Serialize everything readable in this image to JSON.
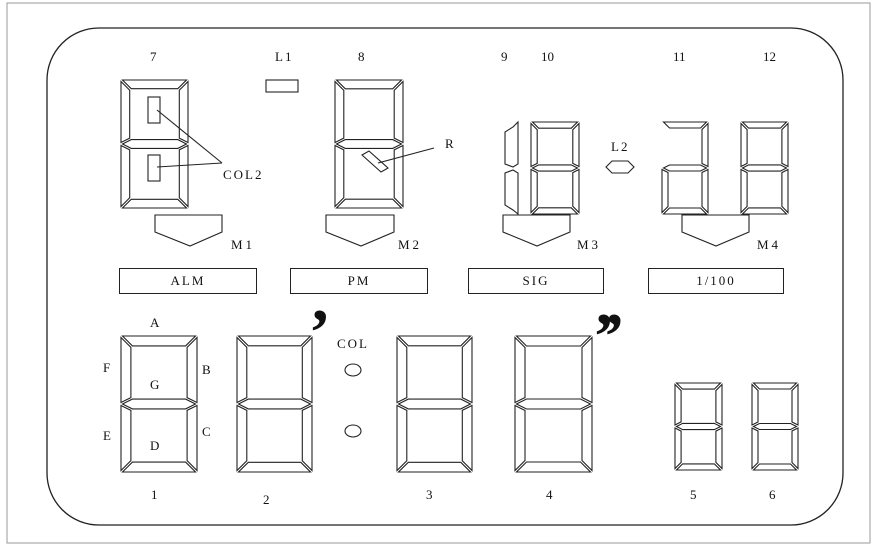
{
  "diagram": {
    "top_digit_numbers": [
      "7",
      "8",
      "9",
      "10",
      "11",
      "12"
    ],
    "bottom_digit_numbers": [
      "1",
      "2",
      "3",
      "4",
      "5",
      "6"
    ],
    "segment_labels": [
      "A",
      "B",
      "C",
      "D",
      "E",
      "F",
      "G"
    ],
    "marker_labels": [
      "M1",
      "M2",
      "M3",
      "M4"
    ],
    "annunciators": [
      "ALM",
      "PM",
      "SIG",
      "1/100"
    ],
    "other_labels": {
      "l1": "L1",
      "l2": "L2",
      "col2": "COL2",
      "r": "R",
      "col": "COL"
    },
    "commas": {
      "single": ",",
      "double": ",,"
    }
  }
}
